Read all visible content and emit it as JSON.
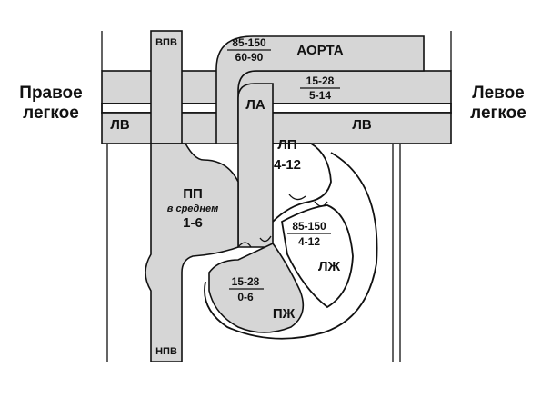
{
  "lungs": {
    "right_line1": "Правое",
    "right_line2": "легкое",
    "left_line1": "Левое",
    "left_line2": "легкое"
  },
  "vessels": {
    "svc": "ВПВ",
    "ivc": "НПВ",
    "aorta": "АОРТА",
    "pa": "ЛА",
    "pv_right": "ЛВ",
    "pv_left": "ЛВ"
  },
  "chambers": {
    "ra": {
      "name": "ПП",
      "note": "в среднем",
      "pressure": "1-6"
    },
    "la": {
      "name": "ЛП",
      "pressure": "4-12"
    },
    "rv": {
      "name": "ПЖ",
      "systolic": "15-28",
      "diastolic": "0-6"
    },
    "lv": {
      "name": "ЛЖ",
      "systolic": "85-150",
      "diastolic": "4-12"
    }
  },
  "pressures": {
    "aorta": {
      "systolic": "85-150",
      "diastolic": "60-90"
    },
    "pa": {
      "systolic": "15-28",
      "diastolic": "5-14"
    }
  }
}
